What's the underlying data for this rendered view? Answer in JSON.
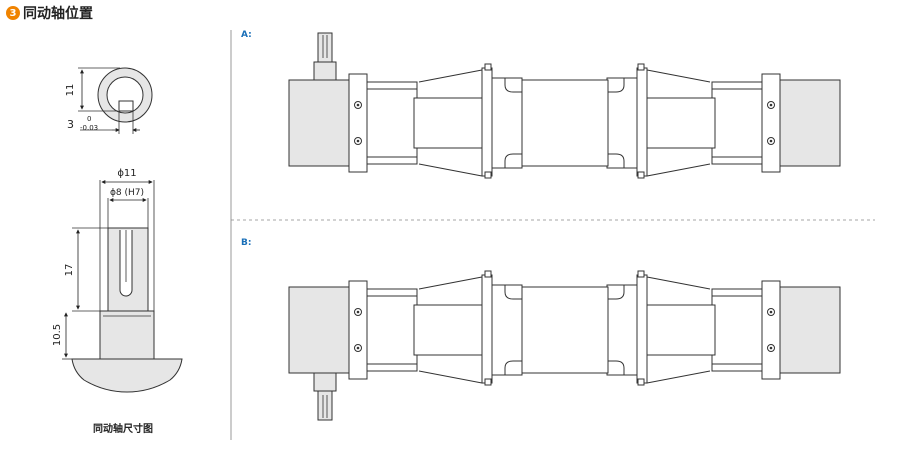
{
  "section": {
    "number": "3",
    "title": "同动轴位置"
  },
  "left_drawing": {
    "top_view": {
      "dim_height": "11",
      "dim_width": "3",
      "tol_upper": "0",
      "tol_lower": "-0.03"
    },
    "side_view": {
      "dim_outer_diameter": "ϕ11",
      "dim_inner_diameter": "ϕ8 (H7)",
      "dim_shaft_length": "17",
      "dim_base_length": "10.5"
    },
    "caption": "同动轴尺寸图"
  },
  "right_drawing": {
    "panel_a_label": "A:",
    "panel_b_label": "B:"
  },
  "colors": {
    "accent": "#f08300",
    "label_blue": "#1a6fb8",
    "line": "#333333",
    "fill_light": "#e6e6e6"
  }
}
